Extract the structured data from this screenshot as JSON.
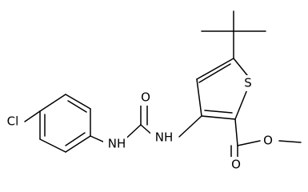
{
  "molecule": {
    "atoms": {
      "cl": "Cl",
      "nh_left": "NH",
      "o_carbonyl_urea": "O",
      "nh_right": "NH",
      "s": "S",
      "o_ester_carbonyl": "O",
      "o_ester_ether": "O"
    }
  }
}
